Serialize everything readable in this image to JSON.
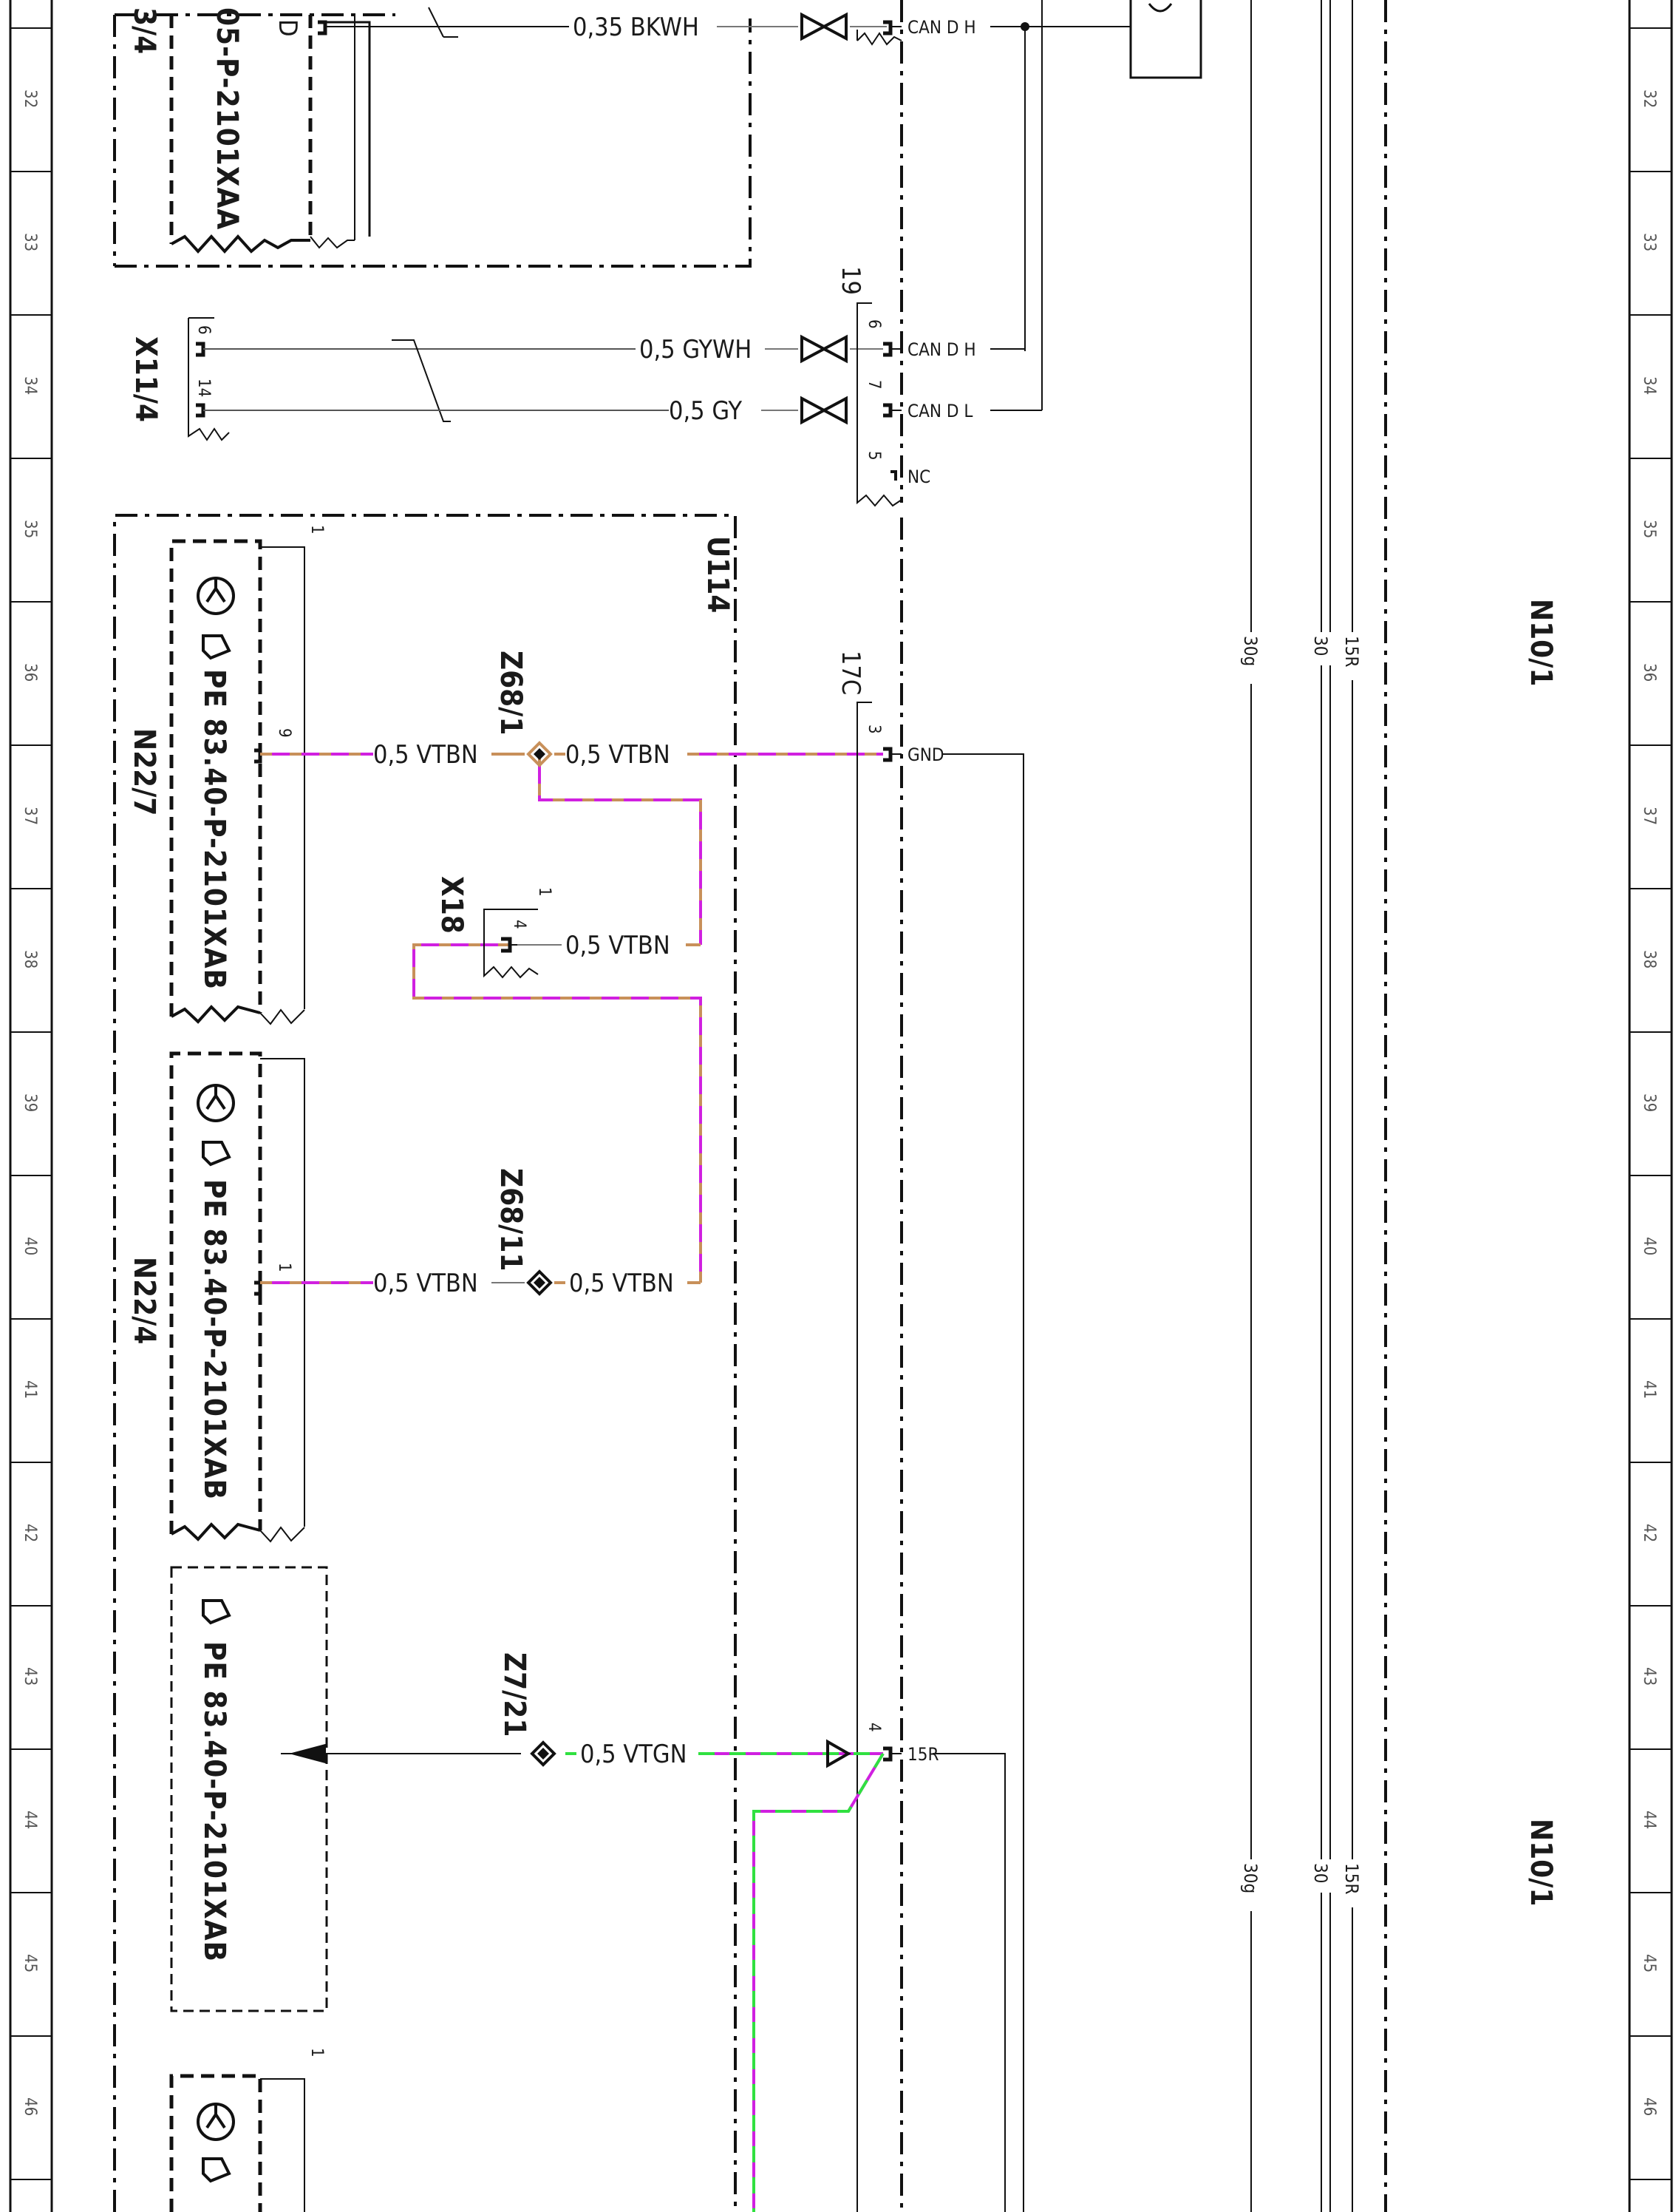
{
  "rows": [
    "32",
    "33",
    "34",
    "35",
    "36",
    "37",
    "38",
    "39",
    "40",
    "41",
    "42",
    "43",
    "44",
    "45",
    "46"
  ],
  "colors": {
    "vt": "#d020e0",
    "bn": "#c8905a",
    "gn": "#30e040",
    "ink": "#111111",
    "gray": "#777777"
  },
  "components": {
    "top_code": "05-P-2101XAA",
    "top_conn": "3/4",
    "top_pin": "D",
    "x11": "X11/4",
    "x11_pins": [
      "6",
      "14"
    ],
    "u114": "U114",
    "n22_7": "N22/7",
    "n22_4": "N22/4",
    "pe_n22_7": "PE 83.40-P-2101XAB",
    "pe_n22_4": "PE 83.40-P-2101XAB",
    "pe_bottom": "PE 83.40-P-2101XAB",
    "n10_1_a": "N10/1",
    "n10_1_b": "N10/1",
    "x18": "X18",
    "x18_pin": "4",
    "x18_num": "1",
    "z68_1": "Z68/1",
    "z68_11": "Z68/11",
    "z7_21": "Z7/21"
  },
  "wires": {
    "bkwh": "0,35 BKWH",
    "gywh": "0,5 GYWH",
    "gy": "0,5 GY",
    "vtbn_n22_7": "0,5 VTBN",
    "vtbn_z68_1_out": "0,5 VTBN",
    "vtbn_x18": "0,5 VTBN",
    "vtbn_n22_4": "0,5 VTBN",
    "vtbn_z68_11_out": "0,5 VTBN",
    "vtgn": "0,5 VTGN"
  },
  "pins": {
    "can_dh_top": "CAN D H",
    "can_dh": "CAN D H",
    "can_dl": "CAN D L",
    "nc": "NC",
    "gnd": "GND",
    "r15": "15R",
    "conn_19": "19",
    "conn_17": "17C",
    "p6": "6",
    "p7": "7",
    "p5": "5",
    "p3": "3",
    "p4": "4",
    "n22_7_pin": "9",
    "n22_4_pin": "1",
    "n22_7_num": "1",
    "bottom_num": "1"
  },
  "bus": {
    "b30g": "30g",
    "b30": "30",
    "b15r": "15R"
  }
}
